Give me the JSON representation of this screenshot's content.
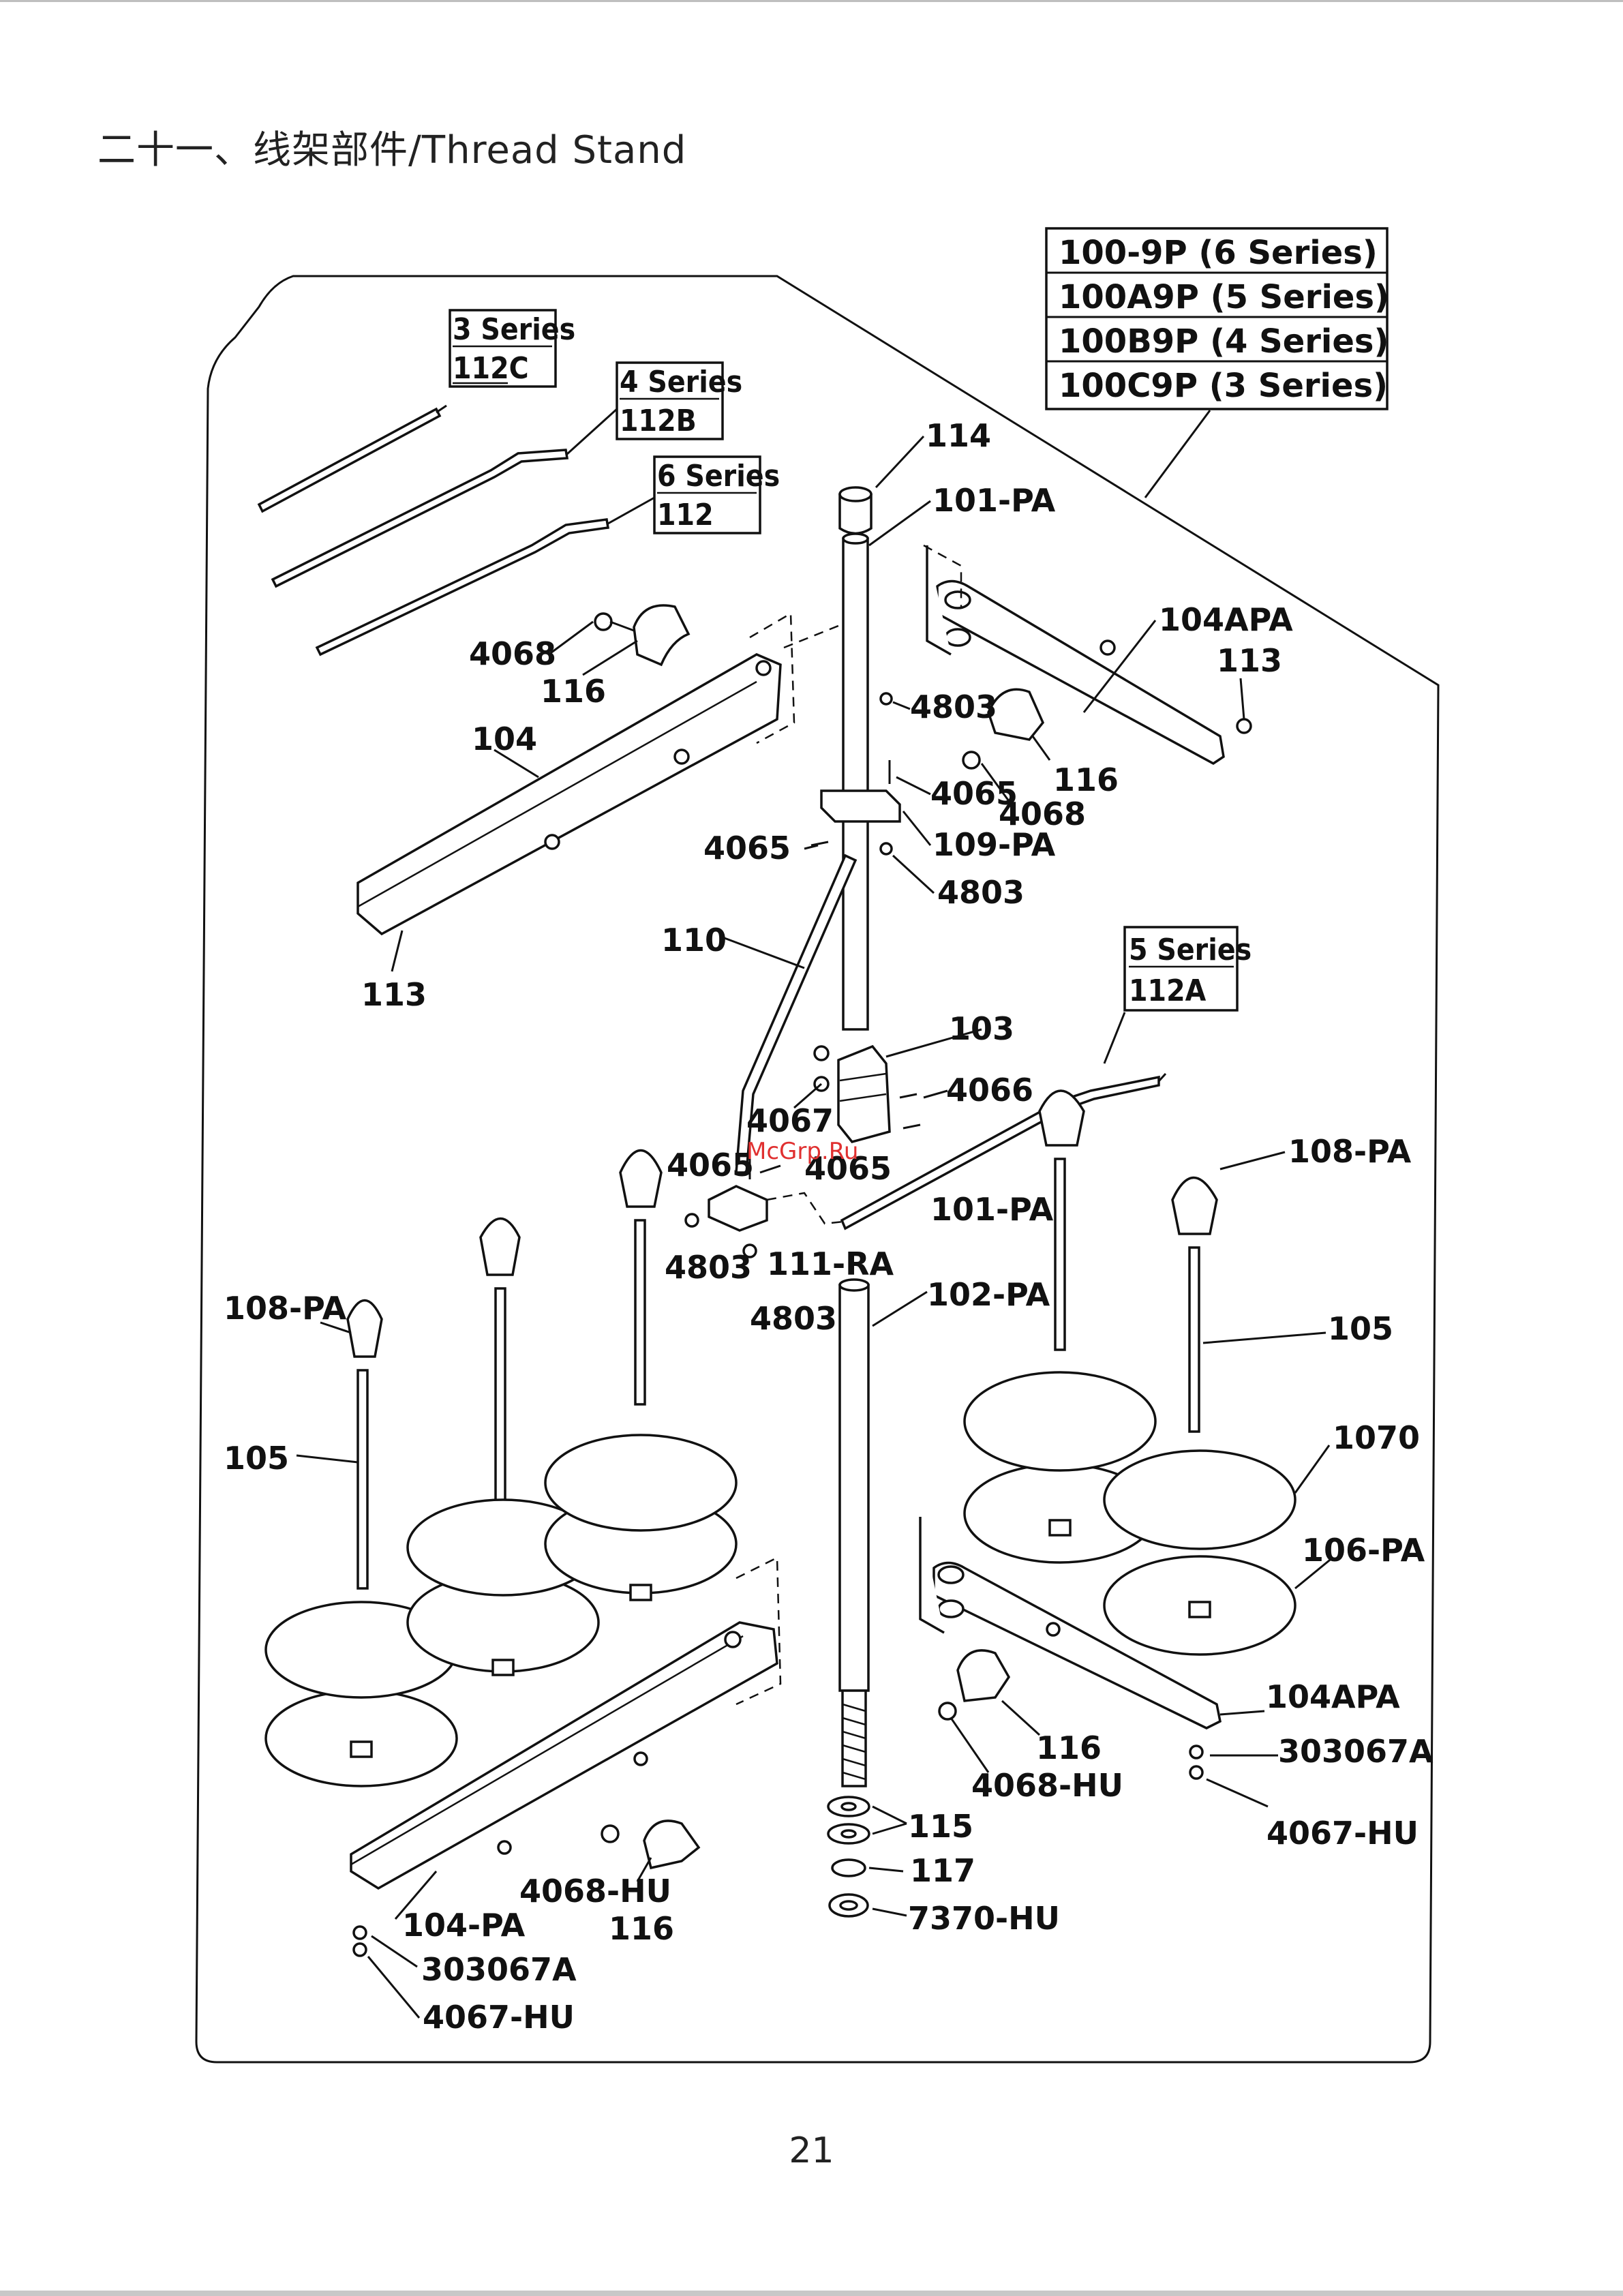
{
  "title": "二十一、线架部件/Thread Stand",
  "page_number": "21",
  "watermark": "McGrp.Ru",
  "models": [
    "100-9P (6 Series)",
    "100A9P (5 Series)",
    "100B9P (4 Series)",
    "100C9P (3 Series)"
  ],
  "series_boxes": {
    "s3": {
      "series": "3 Series",
      "part": "112C"
    },
    "s4": {
      "series": "4 Series",
      "part": "112B"
    },
    "s6": {
      "series": "6 Series",
      "part": "112"
    },
    "s5": {
      "series": "5 Series",
      "part": "112A"
    }
  },
  "labels": {
    "l114": "114",
    "l101pa_top": "101-PA",
    "l104apa_top": "104APA",
    "l113_right": "113",
    "l4068_left": "4068",
    "l116_left": "116",
    "l104": "104",
    "l113_left": "113",
    "l4803_a": "4803",
    "l116_right": "116",
    "l4065_a": "4065",
    "l4068_right": "4068",
    "l4065_b": "4065",
    "l109pa": "109-PA",
    "l4803_b": "4803",
    "l110": "110",
    "l103": "103",
    "l4066": "4066",
    "l4067": "4067",
    "l4065_c": "4065",
    "l4065_d": "4065",
    "l108pa_right": "108-PA",
    "l101pa_mid": "101-PA",
    "l4803_c": "4803",
    "l111ra": "111-RA",
    "l4803_d": "4803",
    "l108pa_left": "108-PA",
    "l102pa": "102-PA",
    "l105_right": "105",
    "l105_left": "105",
    "l1070": "1070",
    "l106pa": "106-PA",
    "l104apa_bot": "104APA",
    "l303067a_right": "303067A",
    "l116_botright": "116",
    "l4068hu_right": "4068-HU",
    "l4067hu_right": "4067-HU",
    "l115": "115",
    "l117": "117",
    "l7370hu": "7370-HU",
    "l4068hu_left": "4068-HU",
    "l116_botleft": "116",
    "l104pa": "104-PA",
    "l303067a_left": "303067A",
    "l4067hu_left": "4067-HU"
  }
}
